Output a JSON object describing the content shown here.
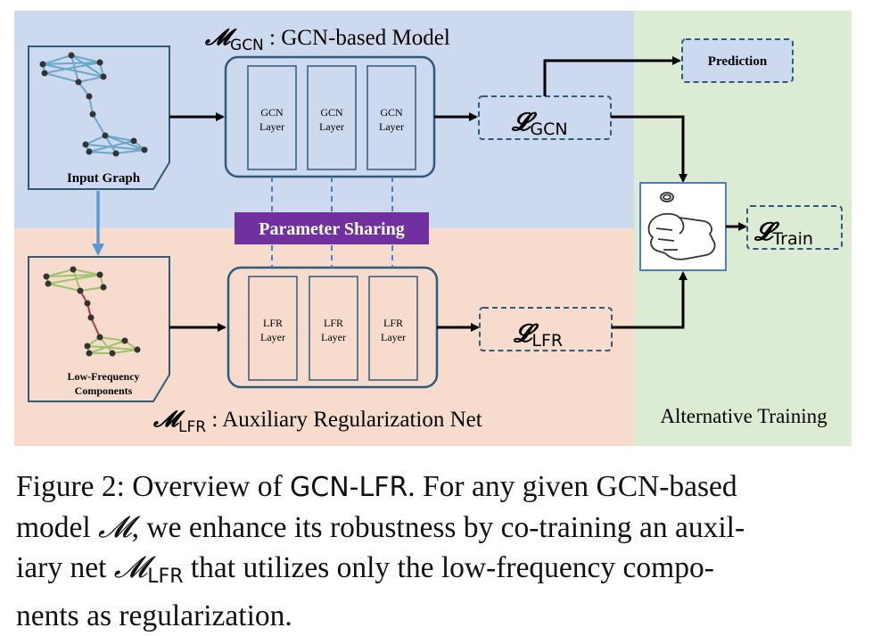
{
  "diagram": {
    "gcn_title_symbol": "𝓜",
    "gcn_title_sub": "GCN",
    "gcn_title_text": " : GCN-based Model",
    "lfr_title_symbol": "𝓜",
    "lfr_title_sub": "LFR",
    "lfr_title_text": " : Auxiliary Regularization Net",
    "input_graph_label": "Input Graph",
    "low_freq_label_1": "Low-Frequency",
    "low_freq_label_2": "Components",
    "gcn_layers": [
      {
        "line1": "GCN",
        "line2": "Layer"
      },
      {
        "line1": "GCN",
        "line2": "Layer"
      },
      {
        "line1": "GCN",
        "line2": "Layer"
      }
    ],
    "lfr_layers": [
      {
        "line1": "LFR",
        "line2": "Layer"
      },
      {
        "line1": "LFR",
        "line2": "Layer"
      },
      {
        "line1": "LFR",
        "line2": "Layer"
      }
    ],
    "parameter_sharing_label": "Parameter Sharing",
    "prediction_label": "Prediction",
    "loss_symbol": "𝓛",
    "loss_gcn_sub": "GCN",
    "loss_lfr_sub": "LFR",
    "loss_train_sub": "Train",
    "alternative_training_label": "Alternative Training",
    "colors": {
      "top_bg": "#cdd9ee",
      "bottom_bg": "#f7dccd",
      "right_bg": "#dcebd3",
      "box_stroke": "#2e5b7c",
      "purple": "#7030a0",
      "arrow_blue": "#5b9bd5"
    }
  },
  "caption": {
    "l1_a": "Figure 2: Overview of ",
    "l1_mono": "GCN-LFR",
    "l1_b": ". For any given GCN-based",
    "l2_a": "model ",
    "l2_sym": "𝓜",
    "l2_b": ", we enhance its robustness by co-training an auxil-",
    "l3_a": "iary net ",
    "l3_sym": "𝓜",
    "l3_sub": "LFR",
    "l3_b": " that utilizes only the low-frequency compo-",
    "l4": "nents as regularization."
  }
}
